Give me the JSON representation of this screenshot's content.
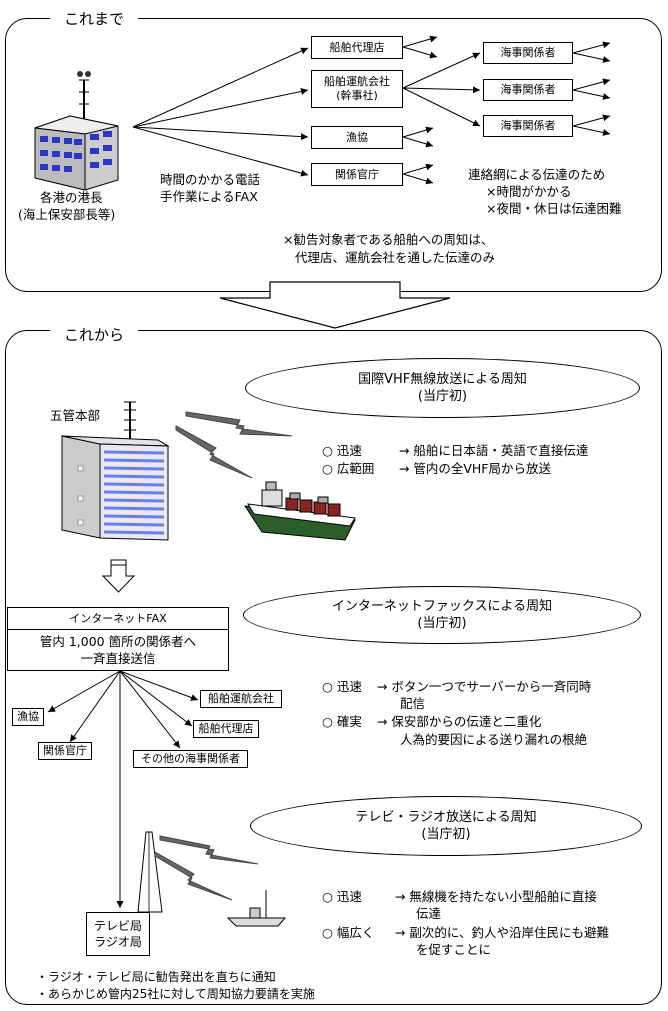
{
  "before": {
    "title": "これまで",
    "source_label": [
      "各港の港長",
      "(海上保安部長等)"
    ],
    "targets": [
      "船舶代理店",
      "船舶運航会社\n(幹事社)",
      "漁協",
      "関係官庁"
    ],
    "sub_targets": [
      "海事関係者",
      "海事関係者",
      "海事関係者"
    ],
    "method_note": [
      "時間のかかる電話",
      "手作業によるFAX"
    ],
    "network_note": [
      "連絡網による伝達のため",
      "×時間がかかる",
      "×夜間・休日は伝達困難"
    ],
    "bottom_note": [
      "×勧告対象者である船舶への周知は、",
      "代理店、運航会社を通した伝達のみ"
    ]
  },
  "after": {
    "title": "これから",
    "hq_label": "五管本部",
    "vhf": {
      "title": [
        "国際VHF無線放送による周知",
        "(当庁初)"
      ],
      "points": [
        {
          "mark": "○",
          "head": "迅速",
          "body": "→ 船舶に日本語・英語で直接伝達"
        },
        {
          "mark": "○",
          "head": "広範囲",
          "body": "→ 管内の全VHF局から放送"
        }
      ]
    },
    "fax": {
      "header": "インターネットFAX",
      "body": [
        "管内 1,000 箇所の関係者へ",
        "一斉直接送信"
      ],
      "title": [
        "インターネットファックスによる周知",
        "(当庁初)"
      ],
      "recipients": [
        "漁協",
        "関係官庁",
        "その他の海事関係者",
        "船舶代理店",
        "船舶運航会社"
      ],
      "points": [
        {
          "mark": "○",
          "head": "迅速",
          "body": [
            "→ ボタン一つでサーバーから一斉同時",
            "配信"
          ]
        },
        {
          "mark": "○",
          "head": "確実",
          "body": [
            "→ 保安部からの伝達と二重化",
            "人為的要因による送り漏れの根絶"
          ]
        }
      ]
    },
    "tv": {
      "title": [
        "テレビ・ラジオ放送による周知",
        "(当庁初)"
      ],
      "station": [
        "テレビ局",
        "ラジオ局"
      ],
      "points": [
        {
          "mark": "○",
          "head": "迅速",
          "body": [
            "→ 無線機を持たない小型船舶に直接",
            "伝達"
          ]
        },
        {
          "mark": "○",
          "head": "幅広く",
          "body": [
            "→ 副次的に、釣人や沿岸住民にも避難",
            "を促すことに"
          ]
        }
      ],
      "footnotes": [
        "・ラジオ・テレビ局に勧告発出を直ちに通知",
        "・あらかじめ管内25社に対して周知協力要請を実施"
      ]
    }
  }
}
